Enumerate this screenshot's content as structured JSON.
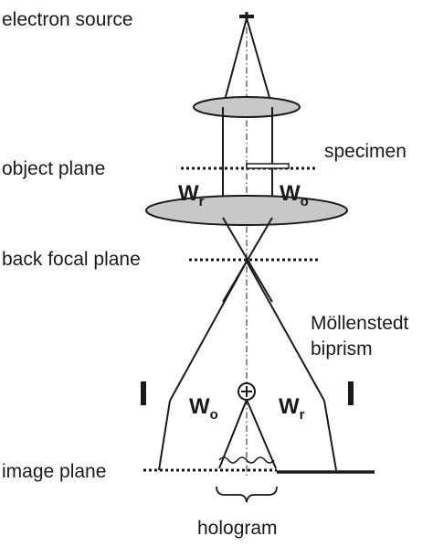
{
  "labels": {
    "electron_source": "electron source",
    "specimen": "specimen",
    "object_plane": "object plane",
    "back_focal_plane": "back focal plane",
    "mollenstedt": "Möllenstedt",
    "biprism": "biprism",
    "image_plane": "image plane",
    "hologram": "hologram",
    "plus": "+"
  },
  "waves": {
    "upper_left": {
      "w": "W",
      "sub": "r"
    },
    "upper_right": {
      "w": "W",
      "sub": "o"
    },
    "lower_left": {
      "w": "W",
      "sub": "o"
    },
    "lower_right": {
      "w": "W",
      "sub": "r"
    }
  },
  "colors": {
    "ink": "#1a1a1a",
    "lens_fill": "#c8c8c8"
  }
}
